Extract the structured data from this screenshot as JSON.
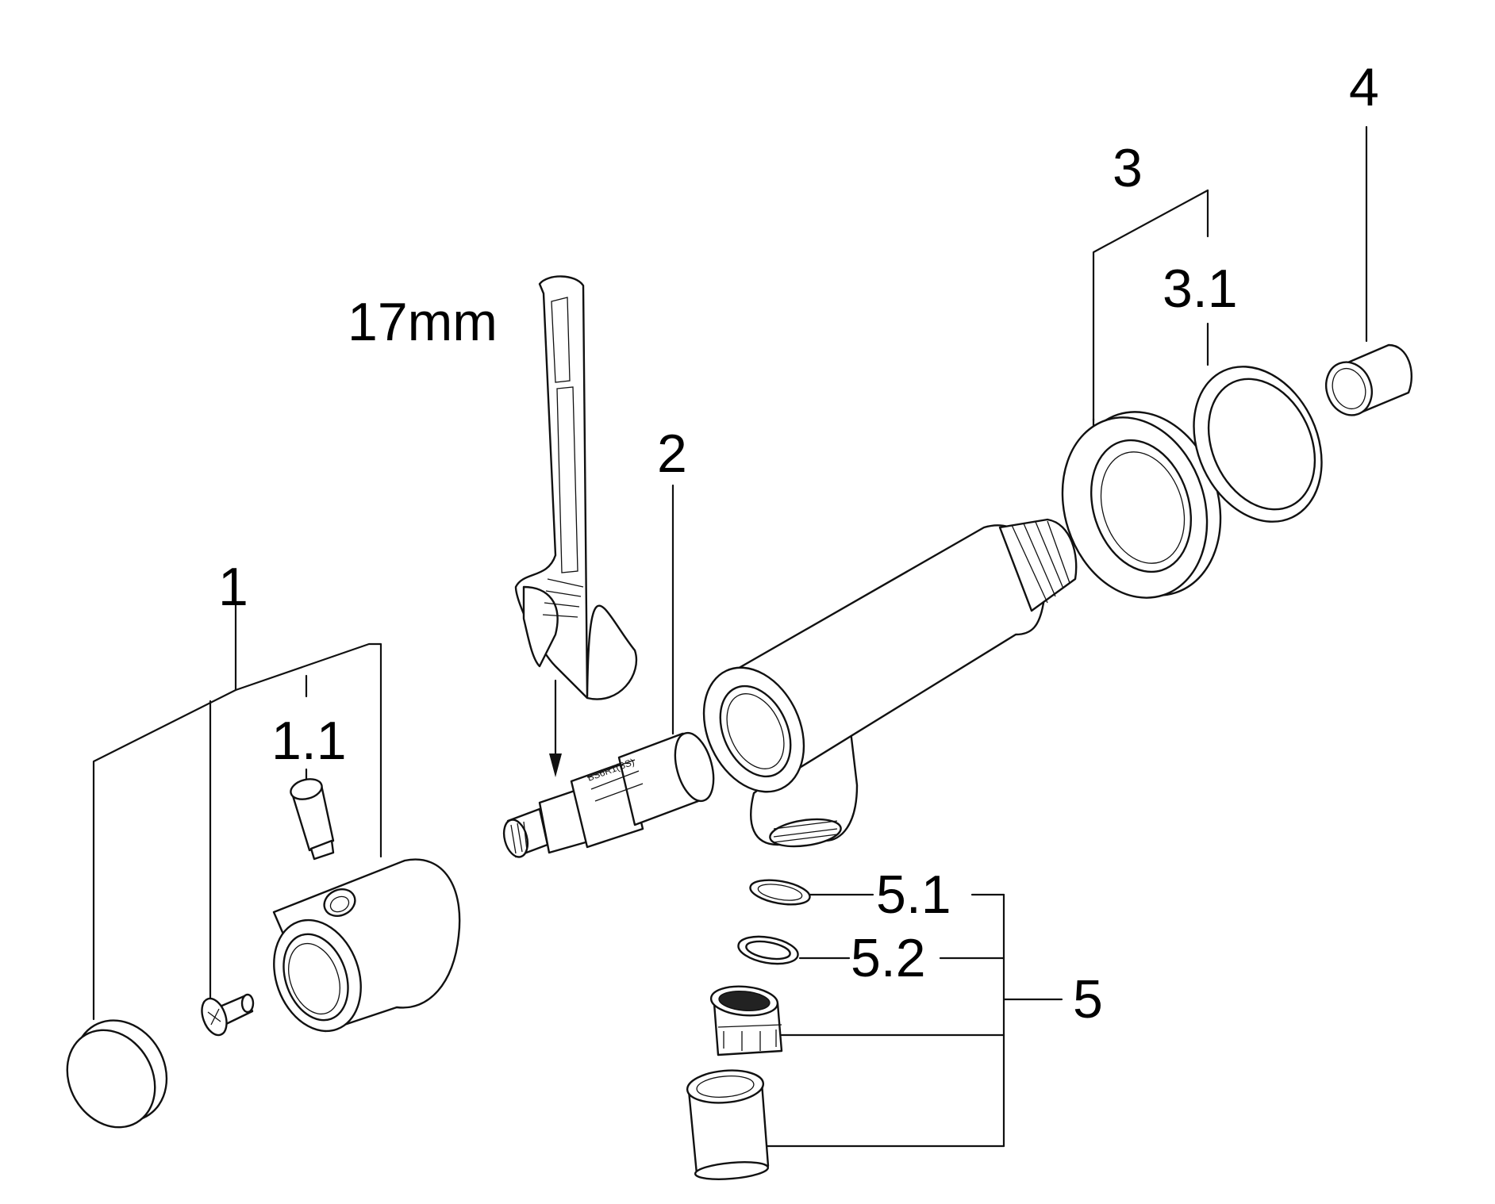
{
  "callouts": {
    "part_1": "1",
    "part_1_1": "1.1",
    "part_2": "2",
    "part_3": "3",
    "part_3_1": "3.1",
    "part_4": "4",
    "part_5": "5",
    "part_5_1": "5.1",
    "part_5_2": "5.2",
    "wrench_size": "17mm"
  }
}
